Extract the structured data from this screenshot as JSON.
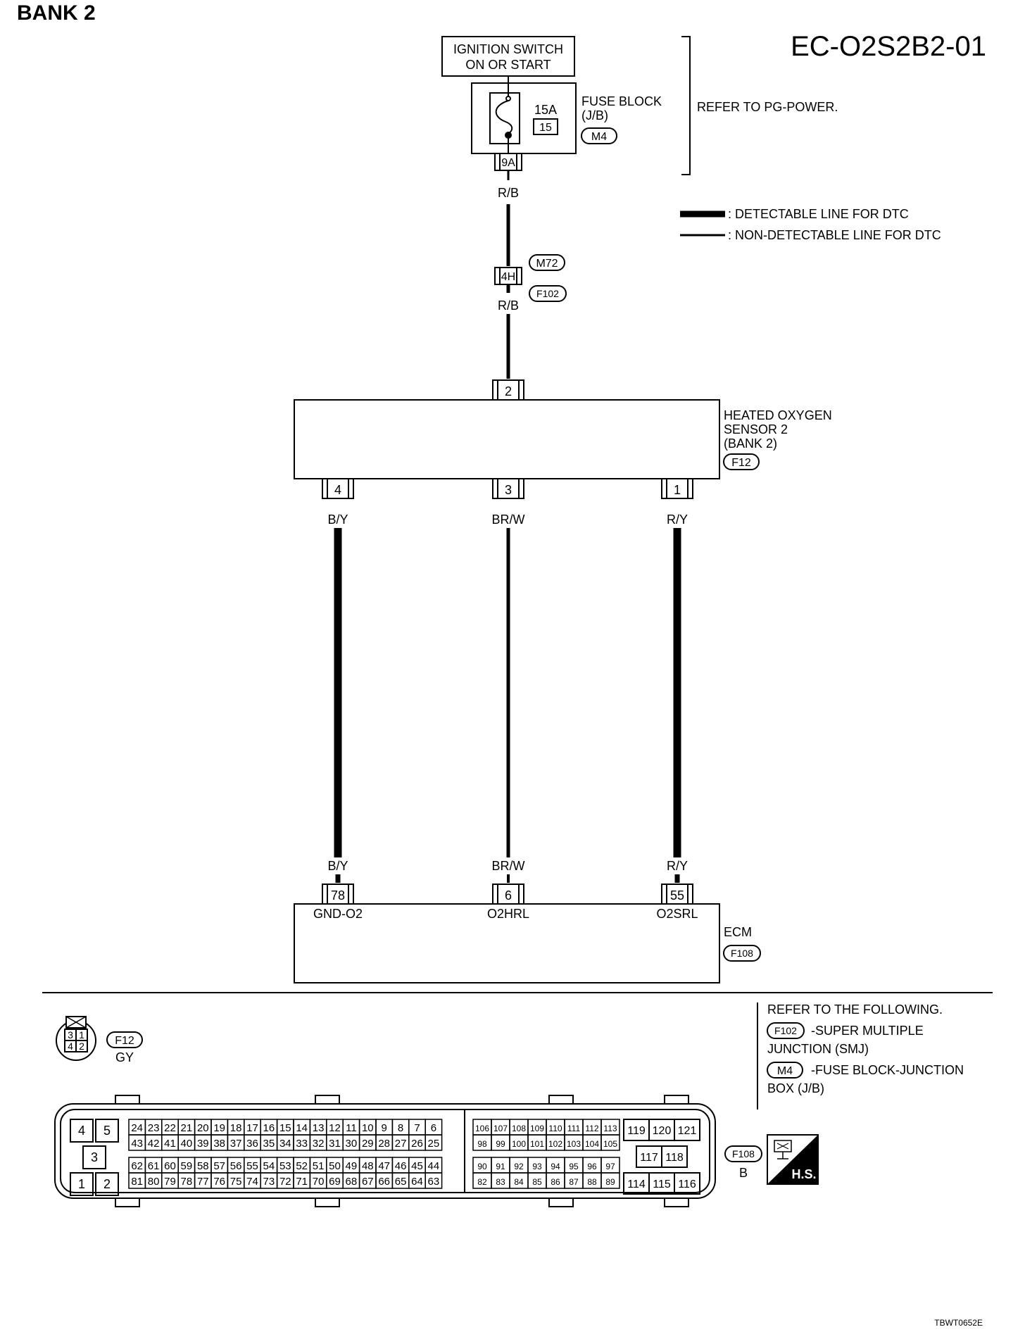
{
  "header": {
    "bank_title": "BANK 2",
    "diagram_code": "EC-O2S2B2-01",
    "image_code": "TBWT0652E"
  },
  "power": {
    "ignition_line1": "IGNITION SWITCH",
    "ignition_line2": "ON OR START",
    "fuse_amp": "15A",
    "fuse_number": "15",
    "fuse_block_line1": "FUSE BLOCK",
    "fuse_block_line2": "(J/B)",
    "fuse_block_connector": "M4",
    "fuse_terminal": "9A",
    "refer_note": "REFER TO PG-POWER."
  },
  "legend": {
    "detectable": ": DETECTABLE LINE FOR DTC",
    "non_detectable": ": NON-DETECTABLE LINE FOR DTC"
  },
  "wires": {
    "supply_color": "R/B",
    "junction_terminal": "4H",
    "junction_connector_top": "M72",
    "junction_connector_bottom": "F102",
    "sensor_feed_pin": "2",
    "signal_wires": [
      {
        "sensor_pin": "4",
        "color": "B/Y",
        "ecm_pin": "78",
        "ecm_label": "GND-O2"
      },
      {
        "sensor_pin": "3",
        "color": "BR/W",
        "ecm_pin": "6",
        "ecm_label": "O2HRL"
      },
      {
        "sensor_pin": "1",
        "color": "R/Y",
        "ecm_pin": "55",
        "ecm_label": "O2SRL"
      }
    ]
  },
  "sensor": {
    "label_line1": "HEATED OXYGEN",
    "label_line2": "SENSOR 2",
    "label_line3": "(BANK 2)",
    "connector": "F12"
  },
  "ecm": {
    "label": "ECM",
    "connector": "F108"
  },
  "references": {
    "heading": "REFER TO THE FOLLOWING.",
    "item1_connector": "F102",
    "item1_text_line1": "-SUPER MULTIPLE",
    "item1_text_line2": "JUNCTION (SMJ)",
    "item2_connector": "M4",
    "item2_text_line1": "-FUSE BLOCK-JUNCTION",
    "item2_text_line2": "BOX (J/B)"
  },
  "connector_views": {
    "f12_connector": "F12",
    "f12_color": "GY",
    "f12_pins": [
      "3",
      "1",
      "4",
      "2"
    ],
    "f108_connector": "F108",
    "f108_color": "B",
    "hs_badge": "H.S.",
    "left_block_pins": [
      "4",
      "5",
      "3",
      "1",
      "2"
    ],
    "row_a": [
      "24",
      "23",
      "22",
      "21",
      "20",
      "19",
      "18",
      "17",
      "16",
      "15",
      "14",
      "13",
      "12",
      "11",
      "10",
      "9",
      "8",
      "7",
      "6"
    ],
    "row_b": [
      "43",
      "42",
      "41",
      "40",
      "39",
      "38",
      "37",
      "36",
      "35",
      "34",
      "33",
      "32",
      "31",
      "30",
      "29",
      "28",
      "27",
      "26",
      "25"
    ],
    "row_c": [
      "62",
      "61",
      "60",
      "59",
      "58",
      "57",
      "56",
      "55",
      "54",
      "53",
      "52",
      "51",
      "50",
      "49",
      "48",
      "47",
      "46",
      "45",
      "44"
    ],
    "row_d": [
      "81",
      "80",
      "79",
      "78",
      "77",
      "76",
      "75",
      "74",
      "73",
      "72",
      "71",
      "70",
      "69",
      "68",
      "67",
      "66",
      "65",
      "64",
      "63"
    ],
    "mid_row_a": [
      "106",
      "107",
      "108",
      "109",
      "110",
      "111",
      "112",
      "113"
    ],
    "mid_row_b": [
      "98",
      "99",
      "100",
      "101",
      "102",
      "103",
      "104",
      "105"
    ],
    "mid_row_c": [
      "90",
      "91",
      "92",
      "93",
      "94",
      "95",
      "96",
      "97"
    ],
    "mid_row_d": [
      "82",
      "83",
      "84",
      "85",
      "86",
      "87",
      "88",
      "89"
    ],
    "right_block_top": [
      "119",
      "120",
      "121"
    ],
    "right_block_mid": [
      "117",
      "118"
    ],
    "right_block_bottom": [
      "114",
      "115",
      "116"
    ]
  }
}
